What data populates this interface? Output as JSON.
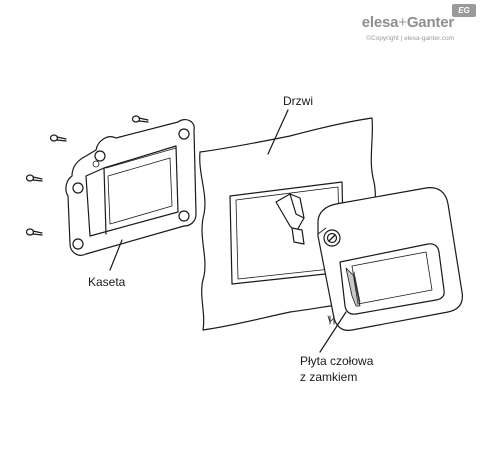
{
  "brand": {
    "name_part1": "elesa",
    "plus": "+",
    "name_part2": "Ganter",
    "copyright": "©Copyright | elesa-ganter.com",
    "badge": "EG"
  },
  "labels": {
    "door": "Drzwi",
    "cassette": "Kaseta",
    "front_plate_line1": "Płyta czołowa",
    "front_plate_line2": "z zamkiem"
  },
  "colors": {
    "line": "#1a1a1a",
    "shade": "#c8c8c8",
    "brand_gray": "#8f8f8f"
  }
}
